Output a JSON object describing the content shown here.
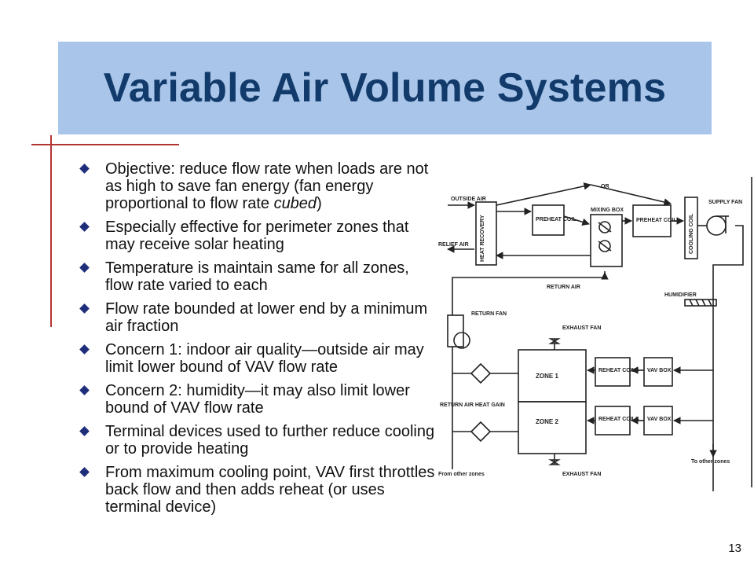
{
  "slide": {
    "title": "Variable Air Volume Systems",
    "page_number": "13",
    "bullets": [
      {
        "text": "Objective: reduce flow rate when loads are not as high to save fan energy (fan energy proportional to flow rate ",
        "emphasis": "cubed",
        "suffix": ")"
      },
      {
        "text": "Especially effective for perimeter zones that may receive solar heating"
      },
      {
        "text": "Temperature is maintain same for all zones, flow rate varied to each"
      },
      {
        "text": "Flow rate bounded at lower end by a minimum air fraction"
      },
      {
        "text": "Concern 1: indoor air quality—outside air may limit lower bound of VAV flow rate"
      },
      {
        "text": "Concern 2: humidity—it may also limit lower bound of VAV flow rate"
      },
      {
        "text": "Terminal devices used to further reduce cooling or to provide heating"
      },
      {
        "text": "From maximum cooling point, VAV first throttles back flow and then adds reheat (or uses terminal device)"
      }
    ]
  },
  "diagram": {
    "labels": {
      "or": "OR",
      "outside_air": "OUTSIDE AIR",
      "relief_air": "RELIEF AIR",
      "heat_recovery": "HEAT RECOVERY",
      "preheat_coil_1": "PREHEAT COIL",
      "mixing_box": "MIXING BOX",
      "preheat_coil_2": "PREHEAT COIL",
      "cooling_coil": "COOLING COIL",
      "supply_fan": "SUPPLY FAN",
      "return_air": "RETURN AIR",
      "humidifier": "HUMIDIFIER",
      "return_fan": "RETURN FAN",
      "exhaust_fan_top": "EXHAUST FAN",
      "zone1": "ZONE 1",
      "zone2": "ZONE 2",
      "reheat_coils_1": "REHEAT COILS",
      "reheat_coils_2": "REHEAT COILS",
      "vav_box_1": "VAV BOX",
      "vav_box_2": "VAV BOX",
      "return_air_heat_gain": "RETURN AIR HEAT GAIN",
      "from_other_zones": "From other zones",
      "exhaust_fan_bottom": "EXHAUST FAN",
      "to_other_zones": "To other zones"
    }
  }
}
